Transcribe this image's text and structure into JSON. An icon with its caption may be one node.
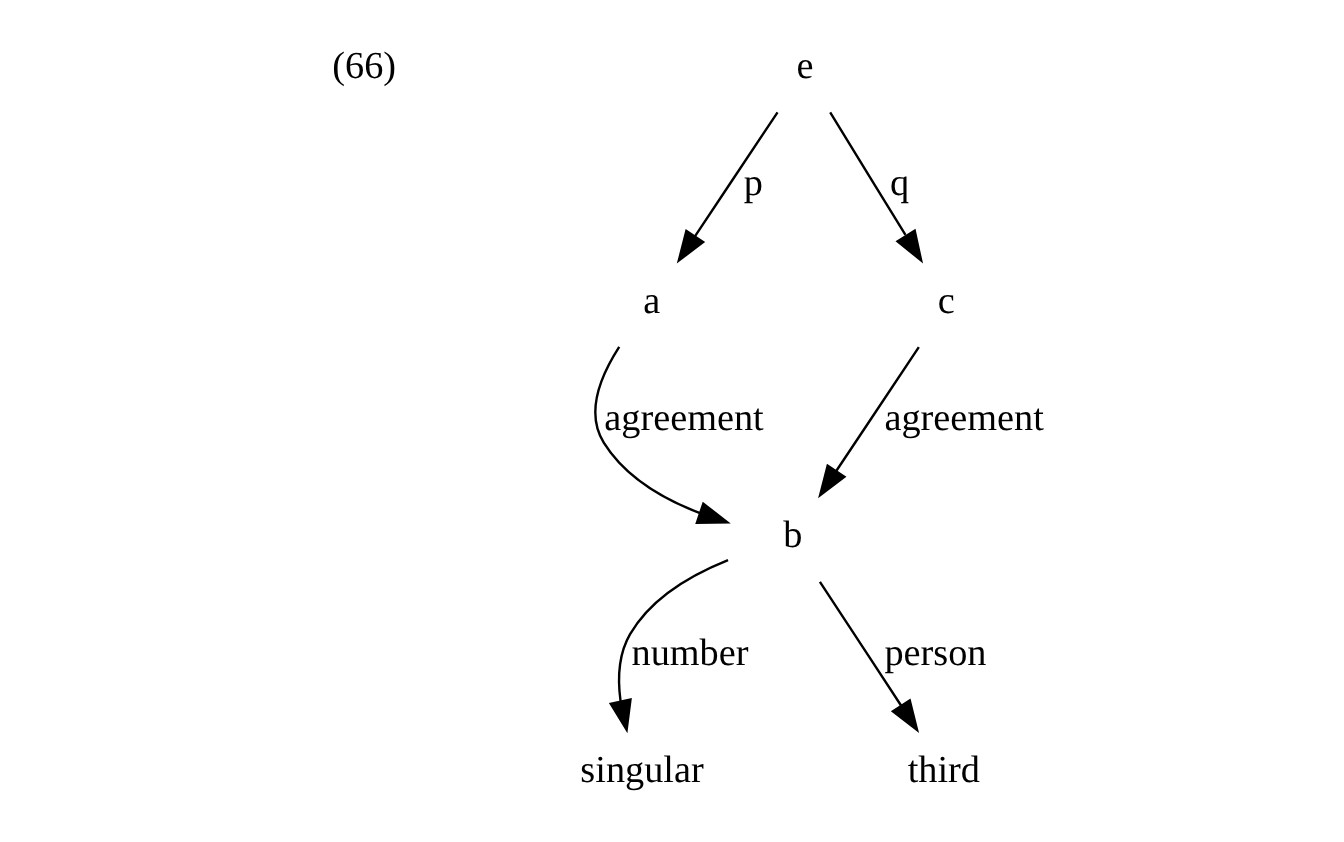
{
  "diagram": {
    "nodes": [
      {
        "text": [
          "e"
        ]
      },
      {
        "text": [
          "a"
        ]
      },
      {
        "text": [
          "c"
        ]
      },
      {
        "text": [
          "b"
        ]
      },
      {
        "text": [
          "singular"
        ]
      },
      {
        "text": [
          "third"
        ]
      }
    ],
    "edges": [
      {
        "from": 0,
        "to": 1,
        "arrow": "to",
        "label": "p"
      },
      {
        "from": 0,
        "to": 2,
        "arrow": "to",
        "label": "q"
      },
      {
        "from": 1,
        "to": 3,
        "arrow": "to",
        "label": "agreement"
      },
      {
        "from": 2,
        "to": 3,
        "arrow": "to",
        "label": "agreement"
      },
      {
        "from": 3,
        "to": 4,
        "arrow": "to",
        "label": "number"
      },
      {
        "from": 3,
        "to": 5,
        "arrow": "to",
        "label": "person"
      }
    ],
    "labels": [
      "(66)"
    ]
  }
}
